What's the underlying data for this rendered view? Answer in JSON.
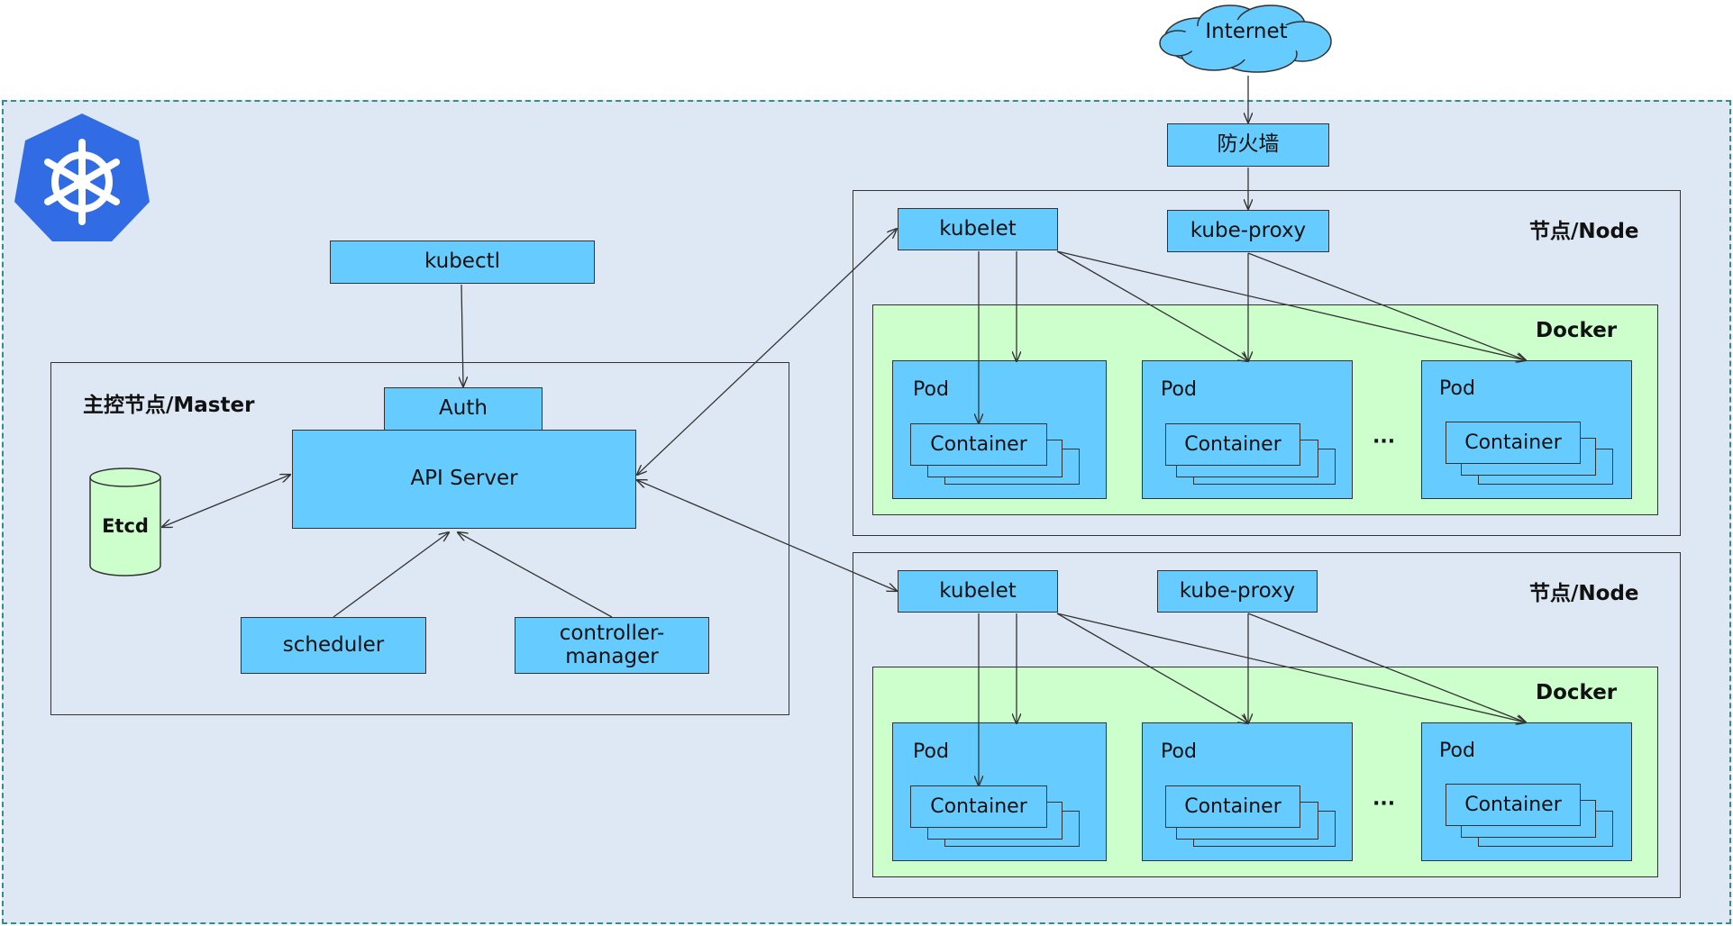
{
  "internet": "Internet",
  "firewall": "防火墙",
  "master": {
    "label": "主控节点/Master",
    "kubectl": "kubectl",
    "auth": "Auth",
    "api_server": "API Server",
    "etcd": "Etcd",
    "scheduler": "scheduler",
    "controller_manager": "controller-\nmanager"
  },
  "nodes": [
    {
      "label": "节点/Node",
      "kubelet": "kubelet",
      "kube_proxy": "kube-proxy",
      "docker": "Docker",
      "pods": [
        {
          "label": "Pod",
          "container": "Container"
        },
        {
          "label": "Pod",
          "container": "Container"
        },
        {
          "label": "Pod",
          "container": "Container"
        }
      ],
      "ellipsis": "···"
    },
    {
      "label": "节点/Node",
      "kubelet": "kubelet",
      "kube_proxy": "kube-proxy",
      "docker": "Docker",
      "pods": [
        {
          "label": "Pod",
          "container": "Container"
        },
        {
          "label": "Pod",
          "container": "Container"
        },
        {
          "label": "Pod",
          "container": "Container"
        }
      ],
      "ellipsis": "···"
    }
  ],
  "colors": {
    "component": "#66ccff",
    "docker": "#ccffcc",
    "cluster_bg": "#dee8f4",
    "logo": "#326ce5"
  },
  "icons": {
    "logo": "kubernetes-helm-icon",
    "cloud": "cloud-icon"
  }
}
